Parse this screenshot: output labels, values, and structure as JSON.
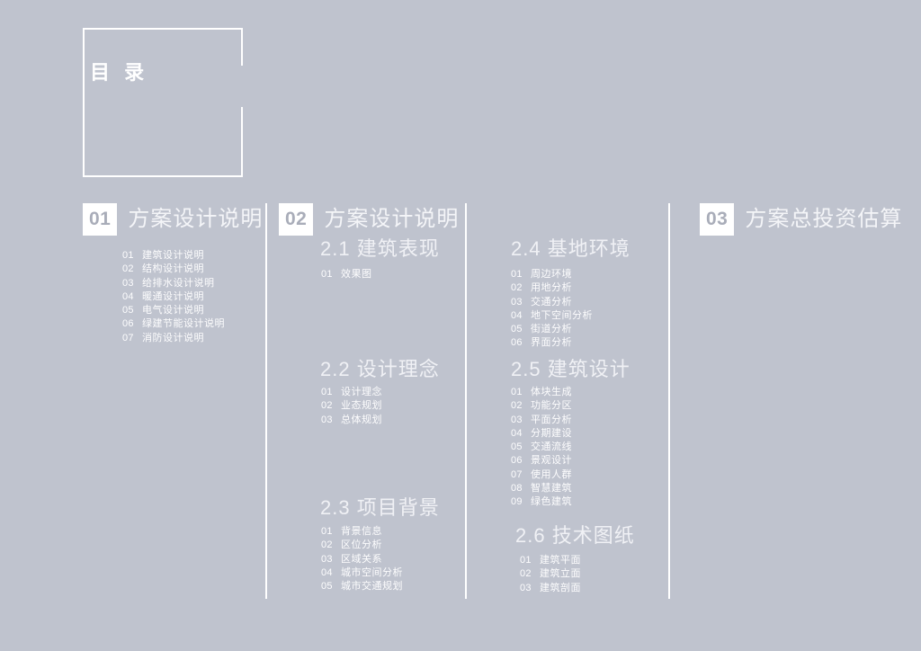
{
  "slide": {
    "title": "目 录",
    "background_color": "#bfc3ce",
    "accent_color": "#ffffff"
  },
  "sections": [
    {
      "number": "01",
      "title": "方案设计说明",
      "items": [
        {
          "num": "01",
          "label": "建筑设计说明"
        },
        {
          "num": "02",
          "label": "结构设计说明"
        },
        {
          "num": "03",
          "label": "给排水设计说明"
        },
        {
          "num": "04",
          "label": "暖通设计说明"
        },
        {
          "num": "05",
          "label": "电气设计说明"
        },
        {
          "num": "06",
          "label": "绿建节能设计说明"
        },
        {
          "num": "07",
          "label": "消防设计说明"
        }
      ]
    },
    {
      "number": "02",
      "title": "方案设计说明",
      "subsections": [
        {
          "number": "2.1",
          "title": "2.1 建筑表现",
          "items": [
            {
              "num": "01",
              "label": "效果图"
            }
          ]
        },
        {
          "number": "2.2",
          "title": "2.2 设计理念",
          "items": [
            {
              "num": "01",
              "label": "设计理念"
            },
            {
              "num": "02",
              "label": "业态规划"
            },
            {
              "num": "03",
              "label": "总体规划"
            }
          ]
        },
        {
          "number": "2.3",
          "title": "2.3 项目背景",
          "items": [
            {
              "num": "01",
              "label": "背景信息"
            },
            {
              "num": "02",
              "label": "区位分析"
            },
            {
              "num": "03",
              "label": "区域关系"
            },
            {
              "num": "04",
              "label": "城市空间分析"
            },
            {
              "num": "05",
              "label": "城市交通规划"
            }
          ]
        },
        {
          "number": "2.4",
          "title": "2.4 基地环境",
          "items": [
            {
              "num": "01",
              "label": "周边环境"
            },
            {
              "num": "02",
              "label": "用地分析"
            },
            {
              "num": "03",
              "label": "交通分析"
            },
            {
              "num": "04",
              "label": "地下空间分析"
            },
            {
              "num": "05",
              "label": "街道分析"
            },
            {
              "num": "06",
              "label": "界面分析"
            }
          ]
        },
        {
          "number": "2.5",
          "title": "2.5 建筑设计",
          "items": [
            {
              "num": "01",
              "label": "体块生成"
            },
            {
              "num": "02",
              "label": "功能分区"
            },
            {
              "num": "03",
              "label": "平面分析"
            },
            {
              "num": "04",
              "label": "分期建设"
            },
            {
              "num": "05",
              "label": "交通流线"
            },
            {
              "num": "06",
              "label": "景观设计"
            },
            {
              "num": "07",
              "label": "使用人群"
            },
            {
              "num": "08",
              "label": "智慧建筑"
            },
            {
              "num": "09",
              "label": "绿色建筑"
            }
          ]
        },
        {
          "number": "2.6",
          "title": "2.6 技术图纸",
          "items": [
            {
              "num": "01",
              "label": "建筑平面"
            },
            {
              "num": "02",
              "label": "建筑立面"
            },
            {
              "num": "03",
              "label": "建筑剖面"
            }
          ]
        }
      ]
    },
    {
      "number": "03",
      "title": "方案总投资估算",
      "items": []
    }
  ]
}
